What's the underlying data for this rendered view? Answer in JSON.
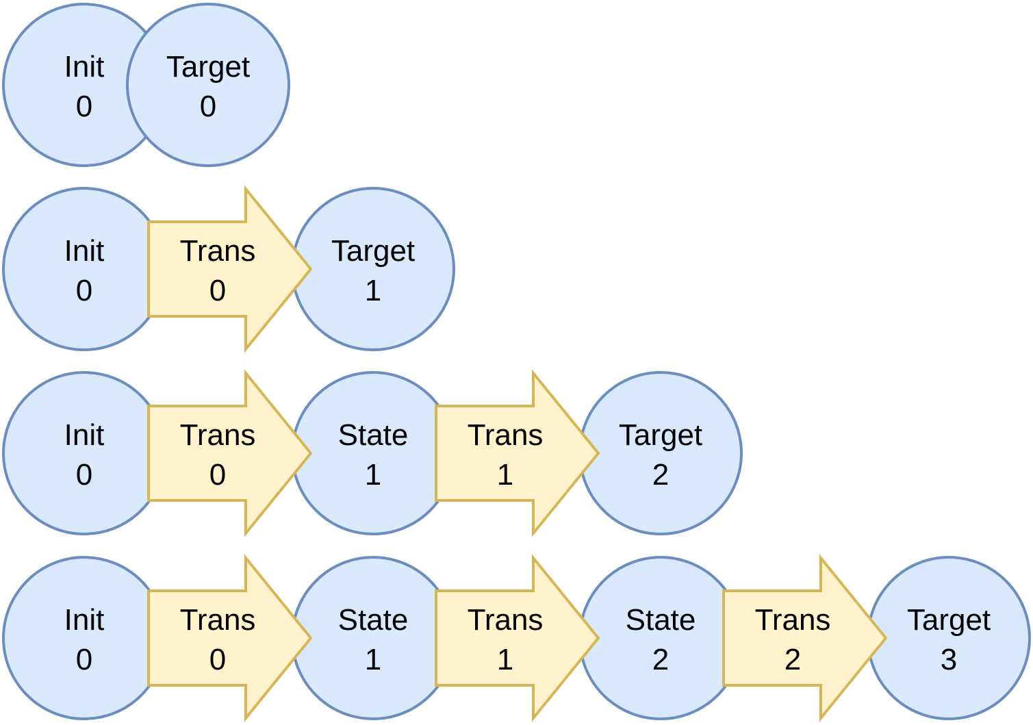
{
  "colors": {
    "state_fill": "#dae8fc",
    "state_stroke": "#6c8ebf",
    "transition_fill": "#fff2cc",
    "transition_stroke": "#d6b656",
    "text": "#000000",
    "background": "#ffffff"
  },
  "rows": [
    {
      "nodes": [
        {
          "kind": "state",
          "name": "Init",
          "index": "0"
        },
        {
          "kind": "state",
          "name": "Target",
          "index": "0"
        }
      ]
    },
    {
      "nodes": [
        {
          "kind": "state",
          "name": "Init",
          "index": "0"
        },
        {
          "kind": "transition",
          "name": "Trans",
          "index": "0"
        },
        {
          "kind": "state",
          "name": "Target",
          "index": "1"
        }
      ]
    },
    {
      "nodes": [
        {
          "kind": "state",
          "name": "Init",
          "index": "0"
        },
        {
          "kind": "transition",
          "name": "Trans",
          "index": "0"
        },
        {
          "kind": "state",
          "name": "State",
          "index": "1"
        },
        {
          "kind": "transition",
          "name": "Trans",
          "index": "1"
        },
        {
          "kind": "state",
          "name": "Target",
          "index": "2"
        }
      ]
    },
    {
      "nodes": [
        {
          "kind": "state",
          "name": "Init",
          "index": "0"
        },
        {
          "kind": "transition",
          "name": "Trans",
          "index": "0"
        },
        {
          "kind": "state",
          "name": "State",
          "index": "1"
        },
        {
          "kind": "transition",
          "name": "Trans",
          "index": "1"
        },
        {
          "kind": "state",
          "name": "State",
          "index": "2"
        },
        {
          "kind": "transition",
          "name": "Trans",
          "index": "2"
        },
        {
          "kind": "state",
          "name": "Target",
          "index": "3"
        }
      ]
    }
  ]
}
